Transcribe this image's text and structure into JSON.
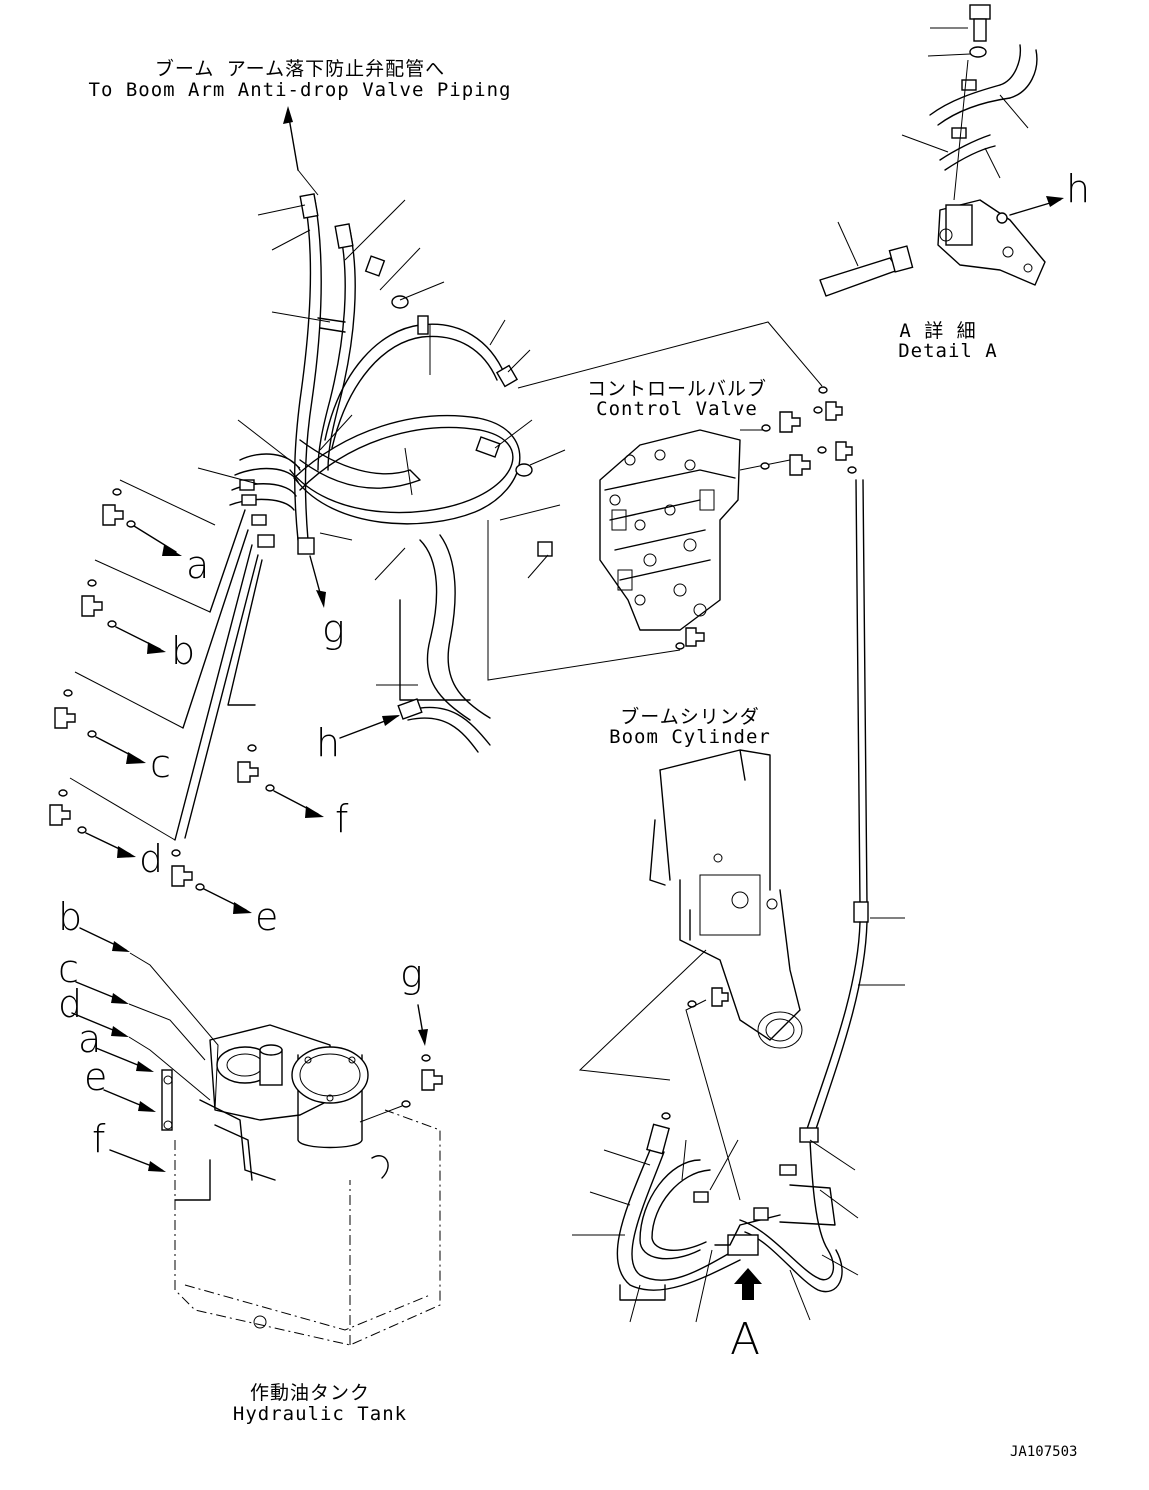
{
  "captions": {
    "anti_drop_jp": "ブーム アーム落下防止弁配管へ",
    "anti_drop_en": "To Boom Arm Anti-drop Valve Piping",
    "control_valve_jp": "コントロールバルブ",
    "control_valve_en": "Control Valve",
    "detail_a_jp": "A 詳 細",
    "detail_a_en": "Detail A",
    "boom_cylinder_jp": "ブームシリンダ",
    "boom_cylinder_en": "Boom Cylinder",
    "hydraulic_tank_jp": "作動油タンク",
    "hydraulic_tank_en": "Hydraulic Tank",
    "drawing_number": "JA107503"
  },
  "connection_letters": {
    "a": "a",
    "b": "b",
    "c": "c",
    "d": "d",
    "e": "e",
    "f": "f",
    "g": "g",
    "h": "h",
    "view_a": "A"
  }
}
